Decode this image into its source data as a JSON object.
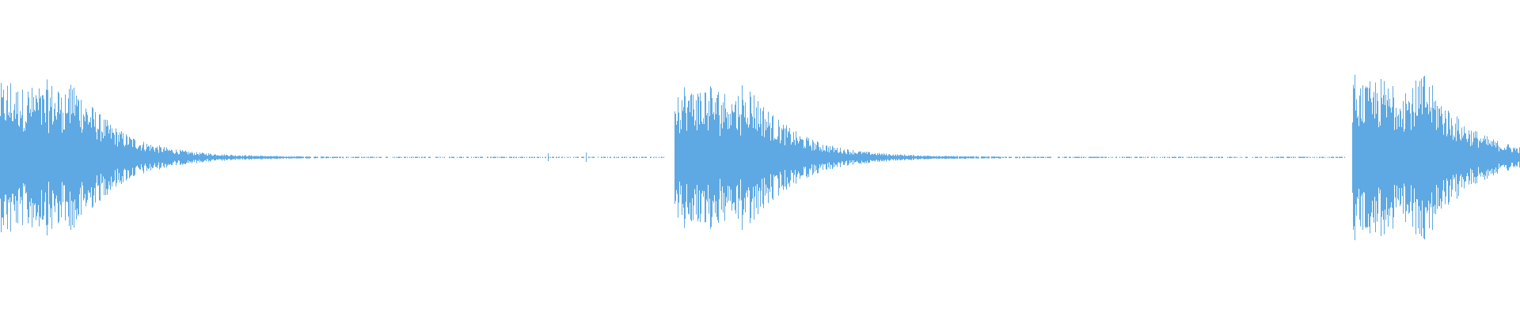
{
  "waveform": {
    "color": "#5ea9e3",
    "background": "#ffffff",
    "visible_transients": 3,
    "transients": [
      {
        "peak_amplitude": 0.52,
        "decay": "long"
      },
      {
        "peak_amplitude": 0.5,
        "decay": "long"
      },
      {
        "peak_amplitude": 0.55,
        "decay": "cut-off"
      }
    ]
  }
}
